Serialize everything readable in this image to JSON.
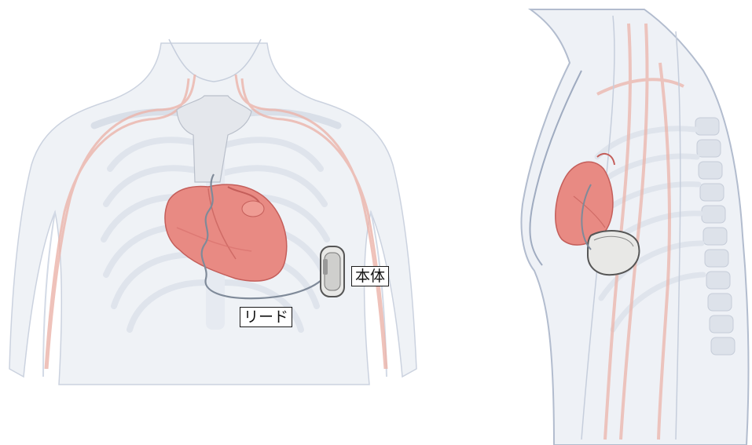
{
  "labels": {
    "device_body": "本体",
    "lead": "リード"
  },
  "colors": {
    "skin_fill": "#eef1f6",
    "skin_outline": "#b9c3d3",
    "rib": "#dfe4ec",
    "vessel": "#ecb4aa",
    "heart": "#e88a83",
    "heart_dark": "#c45e5a",
    "device": "#e8e8e6",
    "device_edge": "#555555",
    "lead_wire": "#888888"
  },
  "icons": {
    "front_view": "chest-front-illustration",
    "side_view": "torso-side-illustration",
    "heart": "heart-icon",
    "pacemaker": "pacemaker-device-icon"
  }
}
